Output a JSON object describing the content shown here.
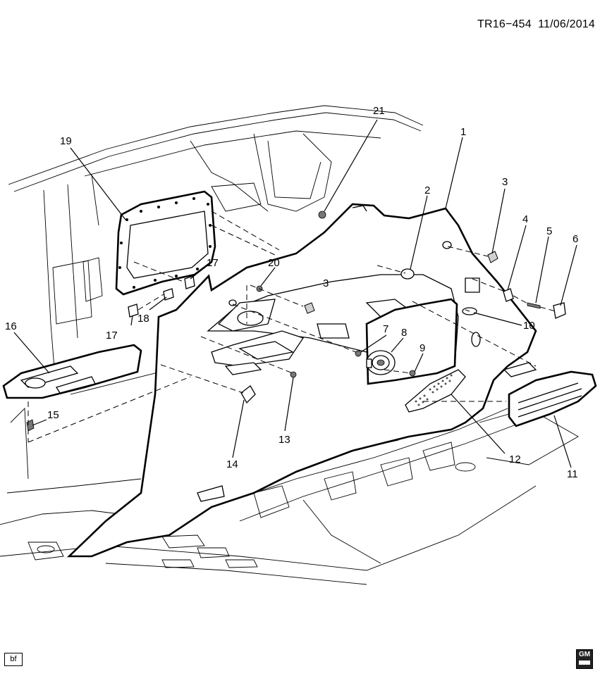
{
  "header": {
    "doc_ref": "TR16−454",
    "date": "11/06/2014"
  },
  "footer": {
    "bf_label": "bf",
    "logo_text": "GM"
  },
  "callouts": [
    {
      "id": "c1",
      "label": "1"
    },
    {
      "id": "c2",
      "label": "2"
    },
    {
      "id": "c3a",
      "label": "3"
    },
    {
      "id": "c3b",
      "label": "3"
    },
    {
      "id": "c4",
      "label": "4"
    },
    {
      "id": "c5",
      "label": "5"
    },
    {
      "id": "c6",
      "label": "6"
    },
    {
      "id": "c7",
      "label": "7"
    },
    {
      "id": "c8",
      "label": "8"
    },
    {
      "id": "c9",
      "label": "9"
    },
    {
      "id": "c10",
      "label": "10"
    },
    {
      "id": "c11",
      "label": "11"
    },
    {
      "id": "c12",
      "label": "12"
    },
    {
      "id": "c13",
      "label": "13"
    },
    {
      "id": "c14",
      "label": "14"
    },
    {
      "id": "c15",
      "label": "15"
    },
    {
      "id": "c16",
      "label": "16"
    },
    {
      "id": "c17a",
      "label": "17"
    },
    {
      "id": "c17b",
      "label": "17"
    },
    {
      "id": "c18",
      "label": "18"
    },
    {
      "id": "c19",
      "label": "19"
    },
    {
      "id": "c20",
      "label": "20"
    },
    {
      "id": "c21",
      "label": "21"
    }
  ]
}
